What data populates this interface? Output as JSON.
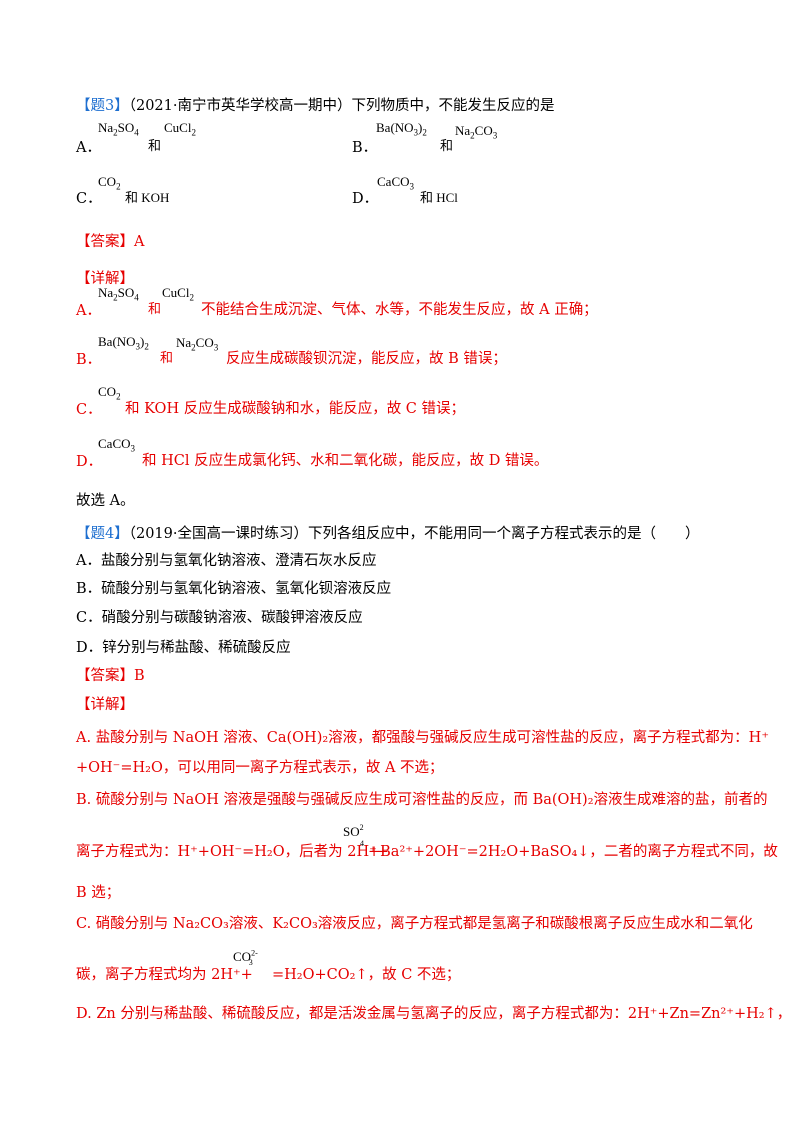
{
  "q3": {
    "tag": "【题3】",
    "stem": "（2021·南宁市英华学校高一期中）下列物质中，不能发生反应的是",
    "optA_label": "A．",
    "optB_label": "B．",
    "optC_label": "C．",
    "optD_label": "D．",
    "he": "和",
    "he_koh": "和 KOH",
    "he_hcl": "和 HCl",
    "answer": "【答案】A",
    "detail": "【详解】",
    "expA_label": "A．",
    "expA_text": "不能结合生成沉淀、气体、水等，不能发生反应，故 A 正确；",
    "expB_label": "B．",
    "expB_text": "反应生成碳酸钡沉淀，能反应，故 B 错误；",
    "expC_label": "C．",
    "expC_text": "和 KOH 反应生成碳酸钠和水，能反应，故 C 错误；",
    "expD_label": "D．",
    "expD_text": "和 HCl 反应生成氯化钙、水和二氧化碳，能反应，故 D 错误。",
    "conclusion": "故选 A。"
  },
  "q4": {
    "tag": "【题4】",
    "stem": "（2019·全国高一课时练习）下列各组反应中，不能用同一个离子方程式表示的是（　　）",
    "options": [
      "A．盐酸分别与氢氧化钠溶液、澄清石灰水反应",
      "B．硫酸分别与氢氧化钠溶液、氢氧化钡溶液反应",
      "C．硝酸分别与碳酸钠溶液、碳酸钾溶液反应",
      "D．锌分别与稀盐酸、稀硫酸反应"
    ],
    "answer": "【答案】B",
    "detail": "【详解】",
    "expA_1": "A. 盐酸分别与 NaOH 溶液、Ca(OH)₂溶液，都强酸与强碱反应生成可溶性盐的反应，离子方程式都为：H⁺",
    "expA_2": "+OH⁻=H₂O，可以用同一离子方程式表示，故 A 不选；",
    "expB_1": "B. 硫酸分别与 NaOH 溶液是强酸与强碱反应生成可溶性盐的反应，而 Ba(OH)₂溶液生成难溶的盐，前者的",
    "expB_2a": "离子方程式为：H⁺+OH⁻=H₂O，后者为 2H⁺+",
    "expB_2b": "+Ba²⁺+2OH⁻=2H₂O+BaSO₄↓，二者的离子方程式不同，故",
    "expB_3": "B 选；",
    "expC_1": "C. 硝酸分别与 Na₂CO₃溶液、K₂CO₃溶液反应，离子方程式都是氢离子和碳酸根离子反应生成水和二氧化",
    "expC_2a": "碳，离子方程式均为 2H⁺+",
    "expC_2b": "=H₂O+CO₂↑，故 C 不选；",
    "expD_1": "D. Zn 分别与稀盐酸、稀硫酸反应，都是活泼金属与氢离子的反应，离子方程式都为：2H⁺+Zn=Zn²⁺+H₂↑，"
  },
  "colors": {
    "tag": "#1e6fd0",
    "answer": "#e60000",
    "text": "#000000"
  }
}
